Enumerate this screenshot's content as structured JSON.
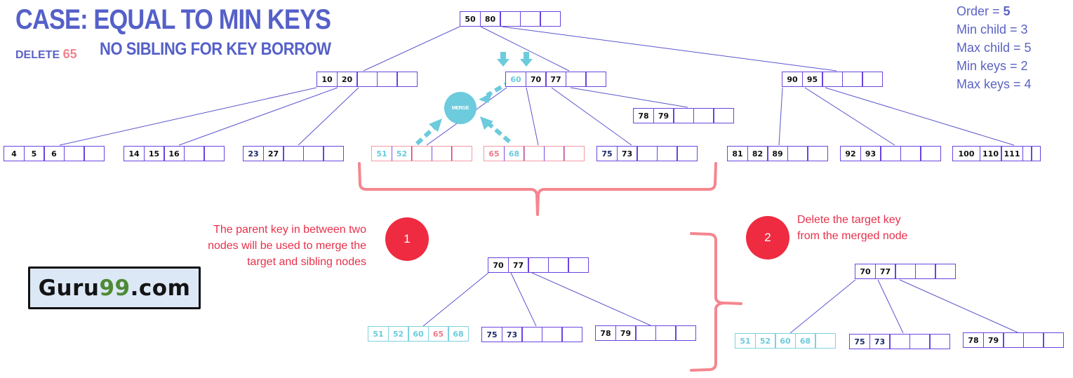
{
  "header": {
    "title": "CASE: EQUAL TO MIN KEYS",
    "subtitle": "NO SIBLING FOR KEY BORROW",
    "delete_prefix": "DELETE",
    "delete_key": "65"
  },
  "info": {
    "order_label": "Order =",
    "order_value": "5",
    "lines": [
      "Min child = 3",
      "Max child = 5",
      "Min keys = 2",
      "Max keys = 4"
    ]
  },
  "merge_label": "MERGE",
  "steps": [
    {
      "number": "1",
      "text": "The parent key in between two nodes will be used to merge the target and sibling nodes"
    },
    {
      "number": "2",
      "text": "Delete the target key from the merged node"
    }
  ],
  "logo": {
    "prefix": "Guru",
    "accent": "99",
    "suffix": ".com"
  },
  "colors": {
    "node_border": "#6a44e0",
    "edge": "#5a55cc",
    "highlight_pink": "#f07a88",
    "highlight_cyan": "#6ccbdc",
    "badge_red": "#ef2b41",
    "title_blue": "#5560c8"
  },
  "tree_before": {
    "root": [
      "50",
      "80",
      "",
      "",
      ""
    ],
    "level1": [
      {
        "keys": [
          "10",
          "20",
          "",
          "",
          ""
        ]
      },
      {
        "keys": [
          "60",
          "70",
          "77",
          "",
          ""
        ]
      },
      {
        "keys": [
          "90",
          "95",
          "",
          "",
          ""
        ]
      }
    ],
    "level2": [
      {
        "keys": [
          "4",
          "5",
          "6",
          "",
          ""
        ]
      },
      {
        "keys": [
          "14",
          "15",
          "16",
          "",
          ""
        ]
      },
      {
        "keys": [
          "23",
          "27",
          "",
          "",
          ""
        ]
      },
      {
        "keys": [
          "51",
          "52",
          "",
          "",
          ""
        ]
      },
      {
        "keys": [
          "65",
          "68",
          "",
          "",
          ""
        ]
      },
      {
        "keys": [
          "75",
          "73",
          "",
          "",
          ""
        ]
      },
      {
        "keys": [
          "78",
          "79",
          "",
          "",
          ""
        ]
      },
      {
        "keys": [
          "81",
          "82",
          "89",
          "",
          ""
        ]
      },
      {
        "keys": [
          "92",
          "93",
          "",
          "",
          ""
        ]
      },
      {
        "keys": [
          "100",
          "110",
          "111",
          "",
          ""
        ]
      }
    ]
  },
  "tree_step1": {
    "root": [
      "70",
      "77",
      "",
      "",
      ""
    ],
    "children": [
      {
        "keys": [
          "51",
          "52",
          "60",
          "65",
          "68"
        ]
      },
      {
        "keys": [
          "75",
          "73",
          "",
          "",
          ""
        ]
      },
      {
        "keys": [
          "78",
          "79",
          "",
          "",
          ""
        ]
      }
    ]
  },
  "tree_step2": {
    "root": [
      "70",
      "77",
      "",
      "",
      ""
    ],
    "children": [
      {
        "keys": [
          "51",
          "52",
          "60",
          "68",
          ""
        ]
      },
      {
        "keys": [
          "75",
          "73",
          "",
          "",
          ""
        ]
      },
      {
        "keys": [
          "78",
          "79",
          "",
          "",
          ""
        ]
      }
    ]
  }
}
